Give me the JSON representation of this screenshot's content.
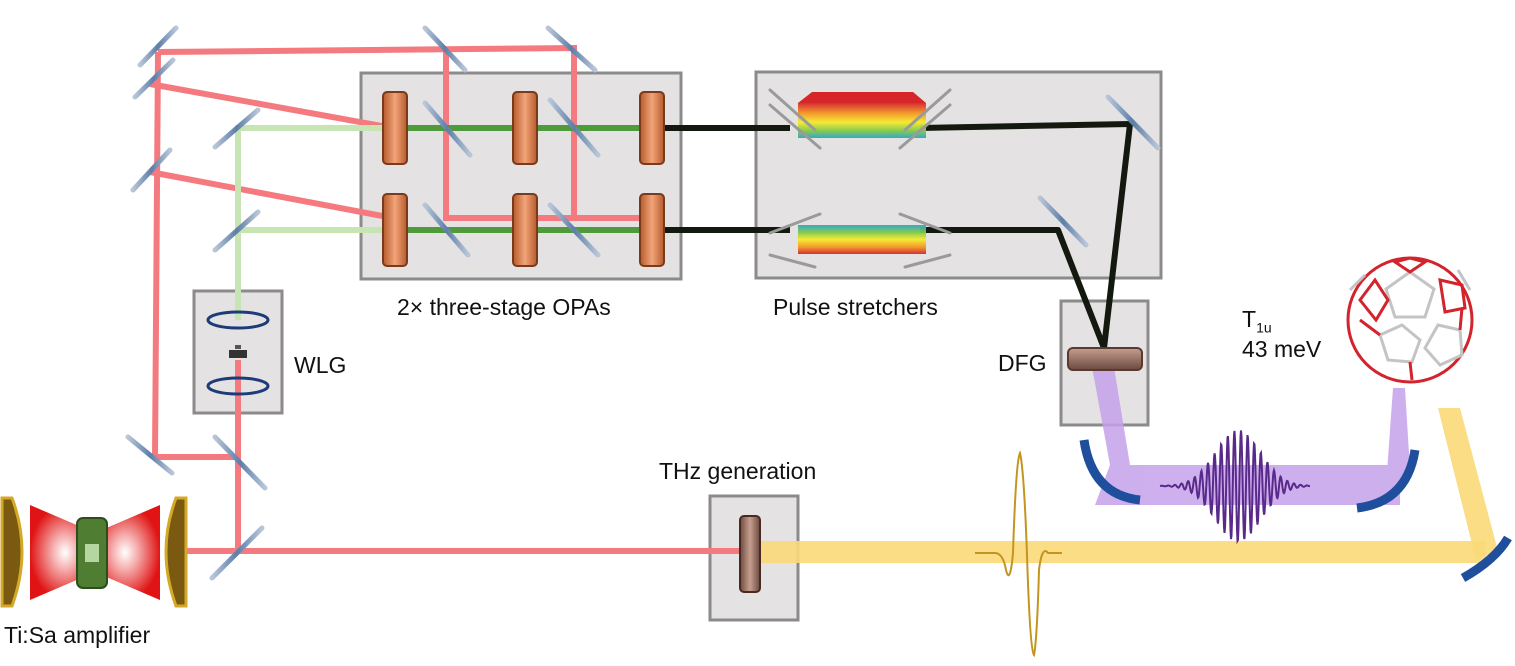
{
  "labels": {
    "amplifier": "Ti:Sa amplifier",
    "wlg": "WLG",
    "opas": "2× three-stage OPAs",
    "stretchers": "Pulse stretchers",
    "dfg": "DFG",
    "thz": "THz generation",
    "mode_main": "T",
    "mode_sub": "1u",
    "energy": "43 meV"
  },
  "colors": {
    "pump_beam": "#f47a7f",
    "white_light": "#c7e4b3",
    "seed_green": "#4f9a3a",
    "idler_black": "#13190f",
    "thz_beam": "#fbd979",
    "mir_beam": "#c6a2ec",
    "box_fill": "#e4e2e3",
    "box_stroke": "#8b8b8b",
    "crystal": "#d57a46",
    "parabolic_mirror": "#1f4f9c",
    "molecule": "#d3232c"
  },
  "icons": [
    "beam-splitter-icon",
    "lens-icon",
    "crystal-icon",
    "laser-cavity-icon",
    "parabolic-mirror-icon",
    "c60-molecule-icon",
    "thz-waveform-icon",
    "mir-waveform-icon"
  ]
}
